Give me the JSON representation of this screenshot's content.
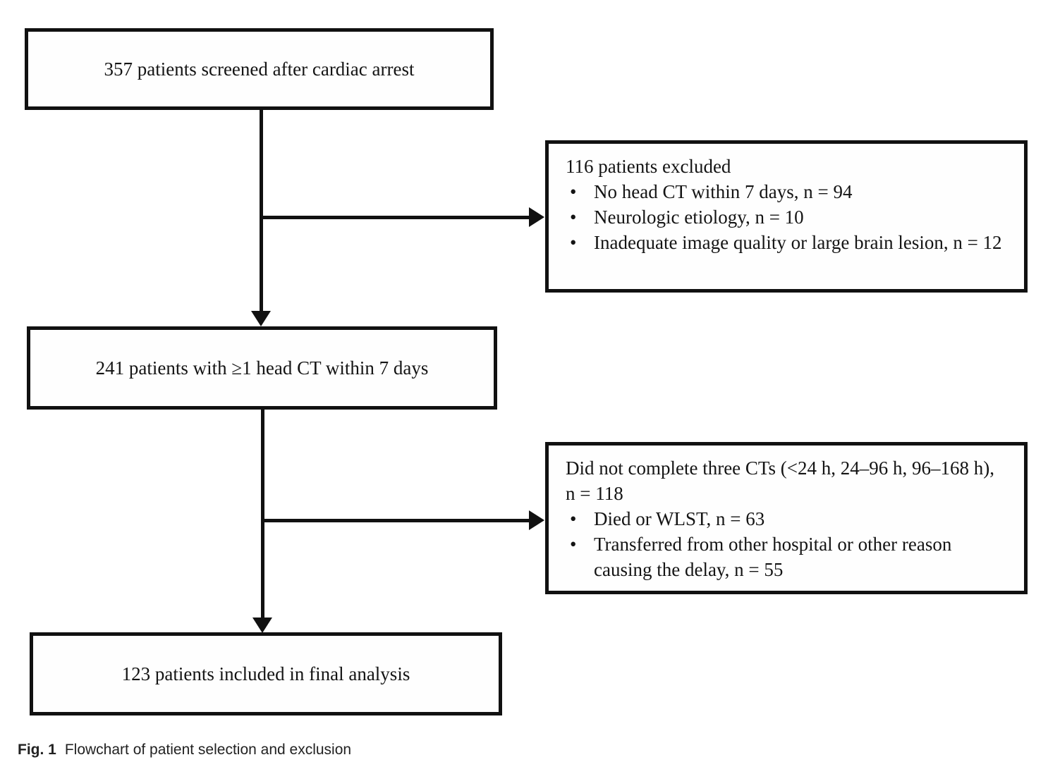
{
  "flowchart": {
    "bullet": "•",
    "boxes": {
      "screened": {
        "text": "357 patients screened after cardiac arrest"
      },
      "head_ct": {
        "text": "241 patients with ≥1 head CT within 7 days"
      },
      "final": {
        "text": "123 patients included in final analysis"
      }
    },
    "exclusions": [
      {
        "title": "116 patients excluded",
        "items": [
          "No head CT within 7 days, n = 94",
          "Neurologic etiology, n = 10",
          "Inadequate image quality or large brain lesion, n = 12"
        ]
      },
      {
        "title": "Did not complete three CTs (<24 h, 24–96 h, 96–168 h), n = 118",
        "items": [
          "Died or WLST, n = 63",
          "Transferred from other hospital or other reason causing the delay, n = 55"
        ]
      }
    ],
    "caption": {
      "label": "Fig. 1",
      "text": "Flowchart of patient selection and exclusion"
    }
  }
}
